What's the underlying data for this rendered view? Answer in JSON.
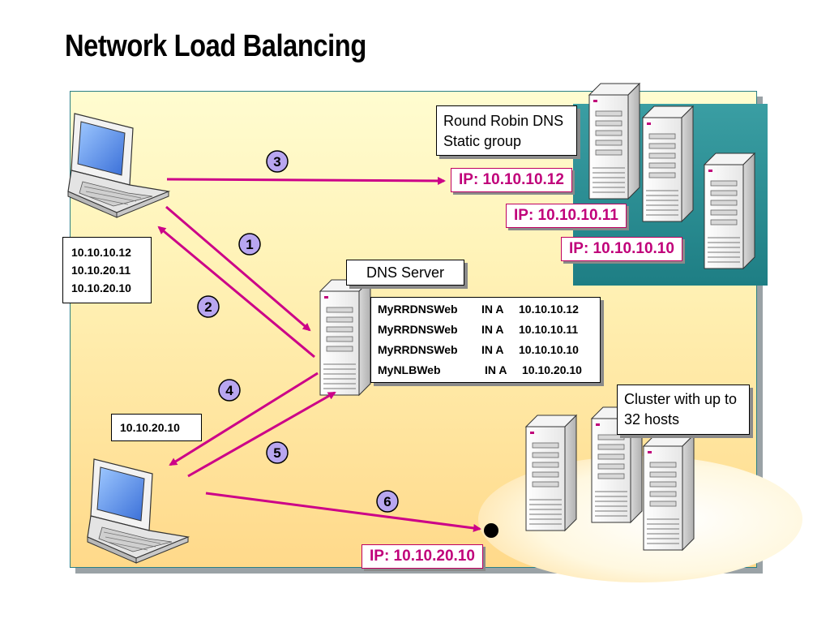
{
  "title": "Network Load Balancing",
  "labels": {
    "round_robin": [
      "Round Robin DNS",
      "Static group"
    ],
    "dns_server": "DNS Server",
    "cluster": [
      "Cluster with up to",
      "32 hosts"
    ],
    "client1_list": [
      "10.10.10.12",
      "10.10.20.11",
      "10.10.20.10"
    ],
    "client2_addr": "10.10.20.10"
  },
  "ip_boxes": {
    "rr12": "IP: 10.10.10.12",
    "rr11": "IP: 10.10.10.11",
    "rr10": "IP: 10.10.10.10",
    "cluster": "IP: 10.10.20.10"
  },
  "dns_records": [
    {
      "name": "MyRRDNSWeb",
      "type": "IN  A",
      "addr": "10.10.10.12"
    },
    {
      "name": "MyRRDNSWeb",
      "type": "IN  A",
      "addr": "10.10.10.11"
    },
    {
      "name": "MyRRDNSWeb",
      "type": "IN  A",
      "addr": "10.10.10.10"
    },
    {
      "name": "MyNLBWeb",
      "type": "IN A",
      "addr": "10.10.20.10"
    }
  ],
  "steps": [
    "1",
    "2",
    "3",
    "4",
    "5",
    "6"
  ],
  "colors": {
    "arrow": "#cc0088",
    "step_circle": "#b8a6f0",
    "panel_teal": "#1e7e84",
    "ip_text": "#c0007a"
  }
}
